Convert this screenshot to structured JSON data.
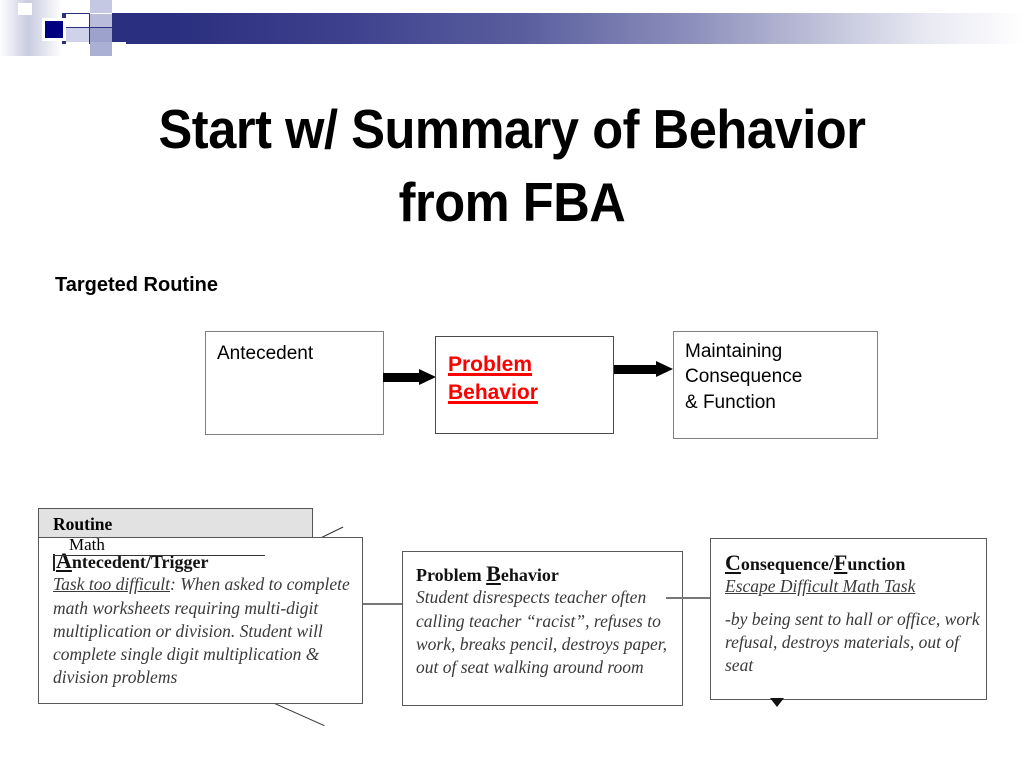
{
  "slide": {
    "title": "Start w/ Summary of Behavior\nfrom FBA",
    "section_label": "Targeted Routine"
  },
  "colors": {
    "accent_blue": "#2b2f7f",
    "problem_red": "#ff0000",
    "panel_header_gray": "#e2e2e2",
    "box_border": "#808080"
  },
  "flow_diagram": {
    "boxes": [
      {
        "id": "antecedent",
        "label": "Antecedent"
      },
      {
        "id": "problem-behavior",
        "line1": "Problem",
        "line2": "Behavior"
      },
      {
        "id": "maintaining-consequence",
        "label": "Maintaining\nConsequence\n& Function"
      }
    ],
    "arrows": [
      {
        "id": "arrow-antecedent-to-problem",
        "style": "solid-black"
      },
      {
        "id": "arrow-problem-to-consequence",
        "style": "solid-black"
      }
    ]
  },
  "example_form": {
    "routine_header": {
      "label": "Routine",
      "value": "Math"
    },
    "panels": [
      {
        "id": "antecedent-trigger",
        "heading_cap": "A",
        "heading_rest": "ntecedent/Trigger",
        "body_underlined": "Task too difficult",
        "body_rest": ": When asked to complete math worksheets requiring multi-digit multiplication or division. Student will complete single digit multiplication & division problems"
      },
      {
        "id": "problem-behavior",
        "heading_pre": "Problem ",
        "heading_cap": "B",
        "heading_rest": "ehavior",
        "body": "Student disrespects teacher often calling teacher “racist”, refuses to work, breaks pencil, destroys paper, out of seat walking around room"
      },
      {
        "id": "consequence-function",
        "heading_cap": "C",
        "heading_mid": "onsequence/",
        "heading_cap2": "F",
        "heading_rest": "unction",
        "body_underlined": "Escape Difficult Math Task",
        "body_rest": " -by being sent to hall or office, work refusal, destroys materials, out of seat"
      }
    ]
  }
}
